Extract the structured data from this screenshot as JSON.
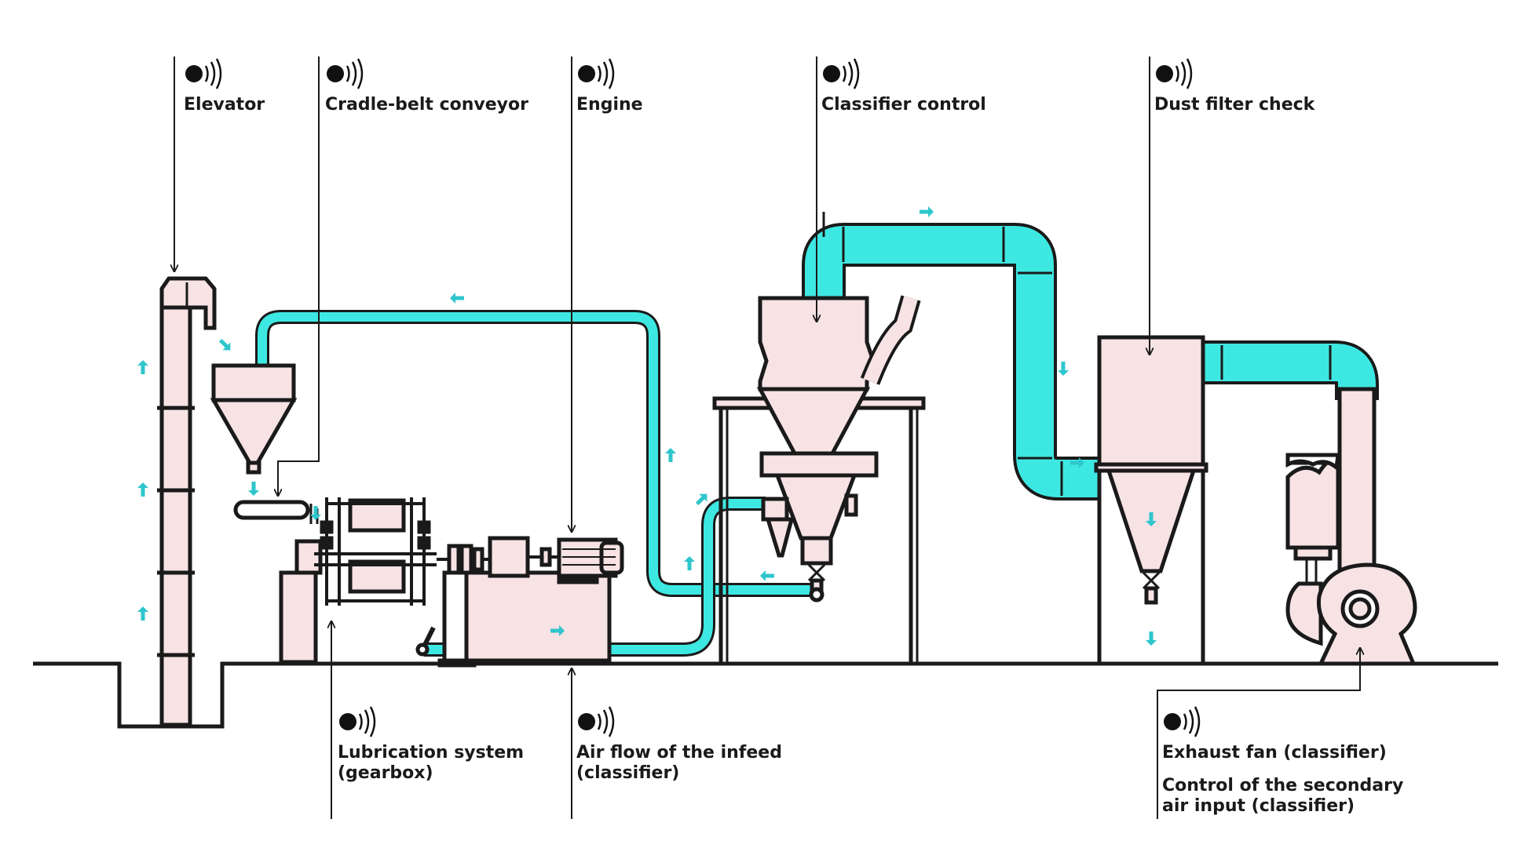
{
  "colors": {
    "equipment_fill": "#f7e2e4",
    "duct_fill": "#3ee8e2",
    "arrow": "#2ec6cc",
    "line": "#1a1a1a"
  },
  "sensor_icon": "wireless-sensor-icon",
  "labels": {
    "elevator": "Elevator",
    "cradle_belt_conveyor": "Cradle-belt conveyor",
    "engine": "Engine",
    "classifier_control": "Classifier control",
    "dust_filter_check": "Dust filter check",
    "lubrication_line1": "Lubrication system",
    "lubrication_line2": "(gearbox)",
    "airflow_line1": "Air flow of the infeed",
    "airflow_line2": "(classifier)",
    "exhaust_fan": "Exhaust fan (classifier)",
    "secondary_line1": "Control of the secondary",
    "secondary_line2": "air input (classifier)"
  }
}
